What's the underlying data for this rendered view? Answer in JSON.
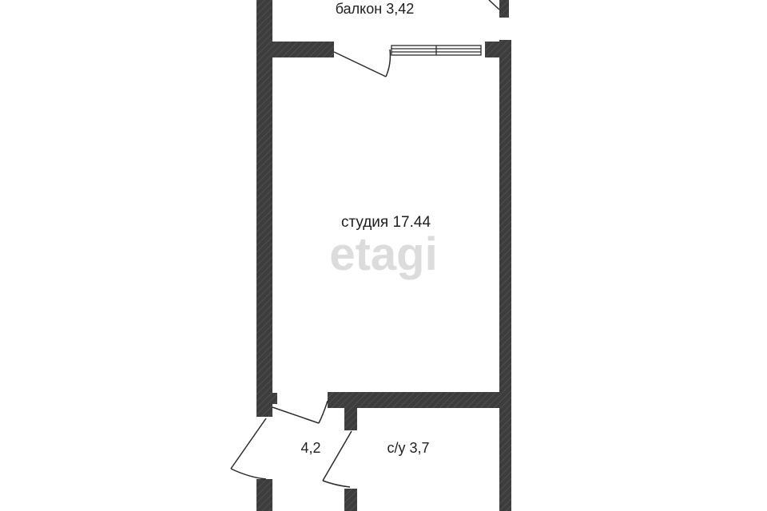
{
  "rooms": {
    "balcony": "балкон 3,42",
    "studio": "студия 17.44",
    "hallway": "4,2",
    "bathroom": "с/у 3,7"
  },
  "watermark": "etagi",
  "colors": {
    "wall": "#3d3d3d",
    "wall_hatch": "#555555",
    "line": "#2a2a2a",
    "text": "#1e1e1e",
    "watermark": "#dcdcdc"
  }
}
